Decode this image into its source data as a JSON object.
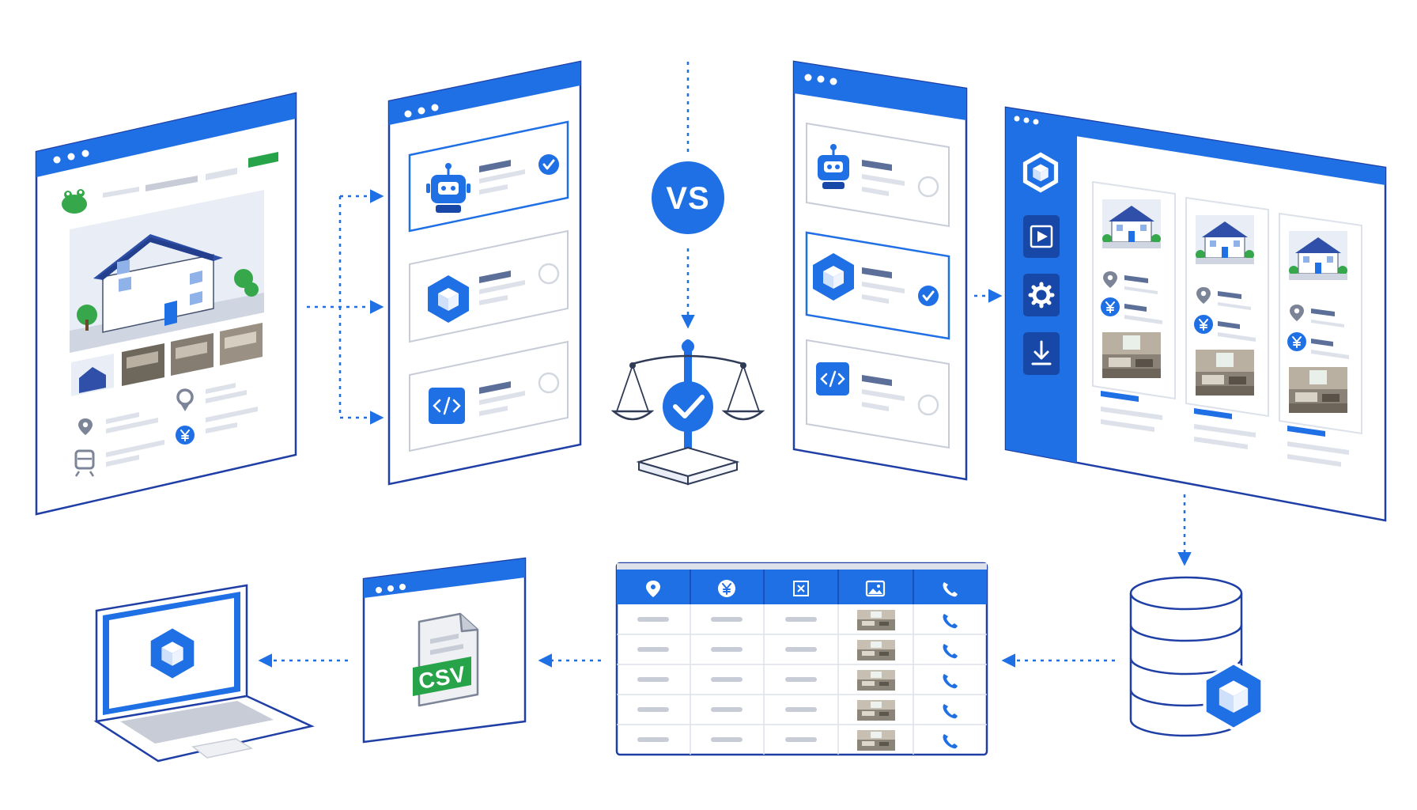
{
  "labels": {
    "vs": "VS",
    "csv": "CSV"
  },
  "colors": {
    "primary_blue": "#1f6fe5",
    "dark_blue": "#1748a8",
    "outline": "#1f3fa6",
    "csv_green": "#27a34a",
    "line_gray": "#dde1ea",
    "bar_gray": "#c7ccd6"
  },
  "icons": {
    "source_site": [
      "frog-logo-icon",
      "house-photo-icon",
      "location-pin-icon",
      "train-icon",
      "yen-icon"
    ],
    "method_choices": [
      "robot-icon",
      "cube-hex-icon",
      "code-icon",
      "check-icon"
    ],
    "comparison": [
      "vs-badge-icon",
      "balance-scale-icon",
      "check-icon"
    ],
    "tool_sidebar": [
      "cube-hex-icon",
      "play-icon",
      "gear-icon",
      "download-icon"
    ],
    "table_headers": [
      "location-pin-icon",
      "yen-icon",
      "area-icon",
      "image-icon",
      "phone-icon"
    ],
    "outputs": [
      "database-icon",
      "csv-file-icon",
      "laptop-icon"
    ]
  },
  "table": {
    "row_count": 5
  }
}
